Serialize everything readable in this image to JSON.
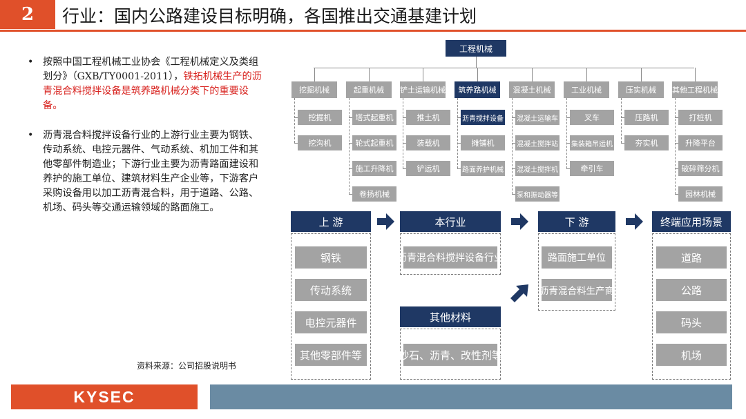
{
  "header": {
    "number": "2",
    "title": "行业：国内公路建设目标明确，各国推出交通基建计划"
  },
  "text": {
    "bullet1_a": "按照中国工程机械工业协会《工程机械定义及类组划分》（GXB/TY0001-2011），",
    "bullet1_b": "铁拓机械生产的沥青混合料搅拌设备是筑养路机械分类下的重要设备。",
    "bullet2": "沥青混合料搅拌设备行业的上游行业主要为钢铁、传动系统、电控元器件、气动系统、机加工件和其他零部件制造业；下游行业主要为沥青路面建设和养护的施工单位、建筑材料生产企业等，下游客户采购设备用以加工沥青混合料，用于道路、公路、机场、码头等交通运输领域的路面施工。",
    "source": "资料来源：公司招股说明书"
  },
  "tree": {
    "root": "工程机械",
    "categories": [
      {
        "name": "挖掘机械",
        "children": [
          "挖掘机",
          "挖沟机"
        ]
      },
      {
        "name": "起重机械",
        "children": [
          "塔式起重机",
          "轮式起重机",
          "施工升降机",
          "卷扬机械"
        ]
      },
      {
        "name": "铲土运输机械",
        "children": [
          "推土机",
          "装载机",
          "铲运机"
        ]
      },
      {
        "name": "筑养路机械",
        "children": [
          "沥青搅拌设备",
          "摊铺机",
          "路面养护机械"
        ]
      },
      {
        "name": "混凝土机械",
        "children": [
          "混凝土运输车",
          "混凝土搅拌站",
          "混凝土搅拌机",
          "泵和振动器等"
        ]
      },
      {
        "name": "工业机械",
        "children": [
          "叉车",
          "集装箱吊运机",
          "牵引车"
        ]
      },
      {
        "name": "压实机械",
        "children": [
          "压路机",
          "夯实机"
        ]
      },
      {
        "name": "其他工程机械",
        "children": [
          "打桩机",
          "升降平台",
          "破碎筛分机",
          "园林机械"
        ]
      }
    ]
  },
  "flow": {
    "upstream": {
      "title": "上  游",
      "items": [
        "钢铁",
        "传动系统",
        "电控元器件",
        "其他零部件等"
      ]
    },
    "industry": {
      "title": "本行业",
      "items": [
        "沥青混合料搅拌设备行业"
      ]
    },
    "materials": {
      "title": "其他材料",
      "items": [
        "砂石、沥青、改性剂等"
      ]
    },
    "downstream": {
      "title": "下  游",
      "items": [
        "路面施工单位",
        "沥青混合料生产商"
      ]
    },
    "terminal": {
      "title": "终端应用场景",
      "items": [
        "道路",
        "公路",
        "码头",
        "机场"
      ]
    }
  },
  "footer": {
    "logo": "KYSEC"
  },
  "colors": {
    "accent": "#e0502a",
    "navy": "#1f3864",
    "gray_box": "#a3a3a3",
    "footer_bar": "#6a8ba3"
  }
}
